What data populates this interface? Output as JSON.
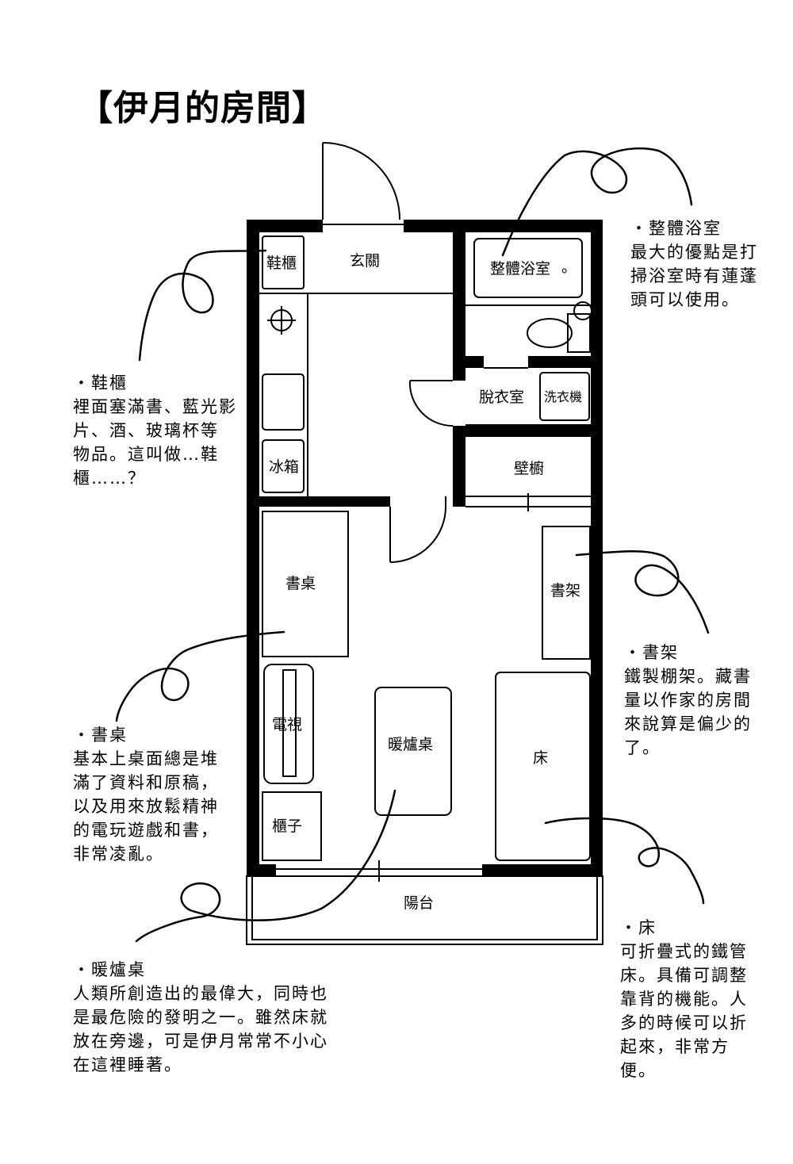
{
  "title": "【伊月的房間】",
  "rooms": {
    "shoe_cabinet": "鞋櫃",
    "entrance": "玄關",
    "unit_bath": "整體浴室",
    "unit_bath_mark": "。",
    "changing_room": "脫衣室",
    "washer": "洗衣機",
    "fridge": "冰箱",
    "closet": "壁櫥",
    "desk": "書桌",
    "bookshelf": "書架",
    "tv": "電視",
    "kotatsu": "暖爐桌",
    "bed": "床",
    "cabinet": "櫃子",
    "balcony": "陽台"
  },
  "notes": {
    "bath": {
      "head": "・整體浴室",
      "lines": [
        "最大的優點是打",
        "掃浴室時有蓮蓬",
        "頭可以使用。"
      ]
    },
    "shoe": {
      "head": "・鞋櫃",
      "lines": [
        "裡面塞滿書、藍光影",
        "片、酒、玻璃杯等",
        "物品。這叫做…鞋",
        "櫃……？"
      ]
    },
    "shelf": {
      "head": "・書架",
      "lines": [
        "鐵製棚架。藏書",
        "量以作家的房間",
        "來說算是偏少的",
        "了。"
      ]
    },
    "desk": {
      "head": "・書桌",
      "lines": [
        "基本上桌面總是堆",
        "滿了資料和原稿，",
        "以及用來放鬆精神",
        "的電玩遊戲和書，",
        "非常凌亂。"
      ]
    },
    "kotatsu": {
      "head": "・暖爐桌",
      "lines": [
        "人類所創造出的最偉大，同時也",
        "是最危險的發明之一。雖然床就",
        "放在旁邊，可是伊月常常不小心",
        "在這裡睡著。"
      ]
    },
    "bed": {
      "head": "・床",
      "lines": [
        "可折疊式的鐵管",
        "床。具備可調整",
        "靠背的機能。人",
        "多的時候可以折",
        "起來，非常方",
        "便。"
      ]
    }
  }
}
